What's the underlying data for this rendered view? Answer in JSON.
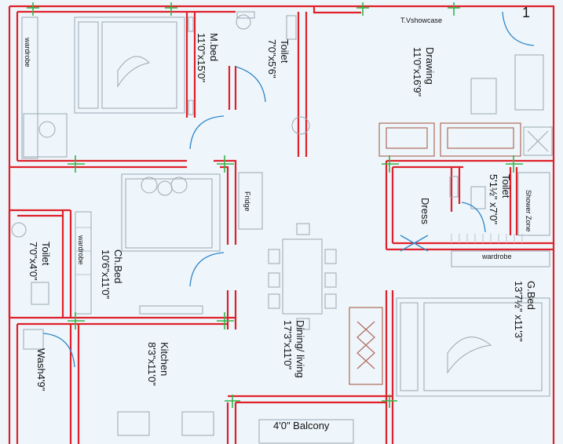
{
  "plan_number": "1",
  "rooms": [
    {
      "name": "M.bed",
      "dim": "11'0\"x15'0\""
    },
    {
      "name": "Toilet",
      "dim": "7'0\"x5'6\""
    },
    {
      "name": "Drawing",
      "dim": "11'0\"x16'9\""
    },
    {
      "name": "Toilet",
      "dim": "5'1½\" x7'0\""
    },
    {
      "name": "Ch.Bed",
      "dim": "10'6\"x11'0\""
    },
    {
      "name": "Toilet",
      "dim": "7'0\"x4'0\""
    },
    {
      "name": "Dining/ living",
      "dim": "17'3\"x11'0\""
    },
    {
      "name": "G.Bed",
      "dim": "13'7½\" x11'3\""
    },
    {
      "name": "Kitchen",
      "dim": "8'3\"x11'0\""
    }
  ],
  "labels": {
    "tv_showcase": "T.Vshowcase",
    "wardrobe_mbed": "wardrobe",
    "wardrobe_chbed": "wardrobe",
    "wardrobe_gbed": "wardrobe",
    "fridge": "Fridge",
    "dress": "Dress",
    "shower_zone": "Shower Zone",
    "wash": "Wash4'9\"",
    "balcony": "4'0\"  Balcony"
  }
}
